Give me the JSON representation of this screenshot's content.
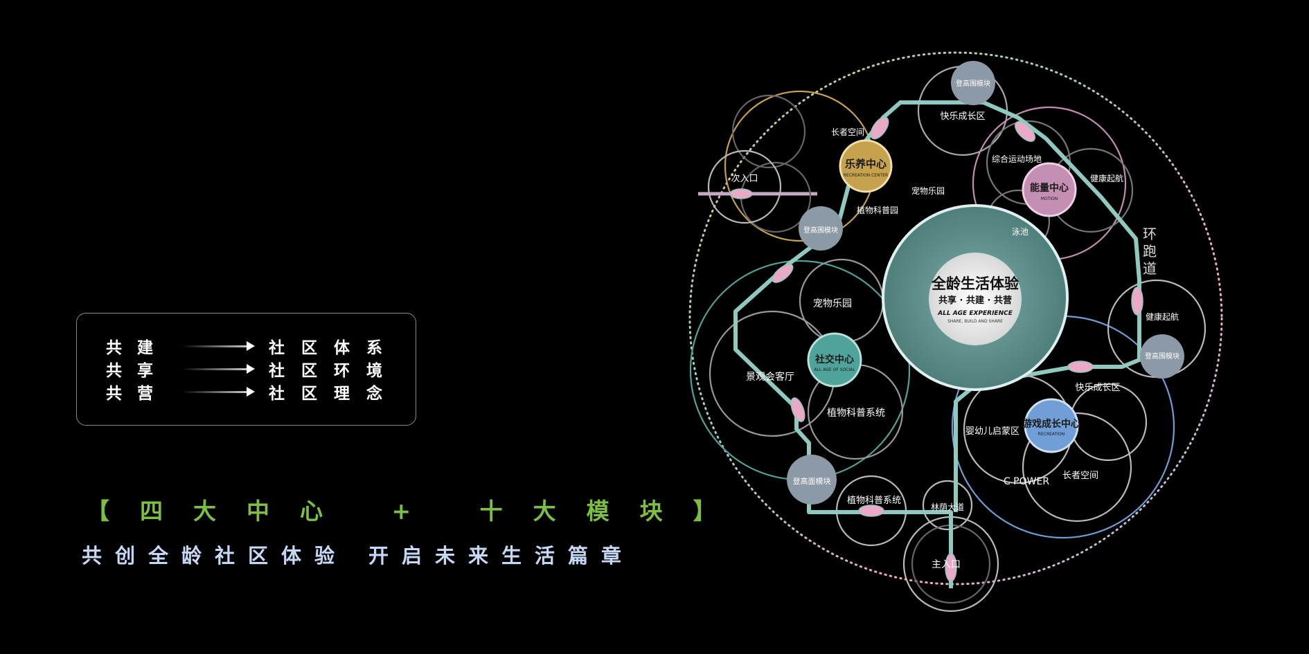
{
  "box": {
    "rows": [
      {
        "left": "共建",
        "right": "社区体系"
      },
      {
        "left": "共享",
        "right": "社区环境"
      },
      {
        "left": "共营",
        "right": "社区理念"
      }
    ]
  },
  "slogan": {
    "line1": "【四大中心 + 十大模块】",
    "line2a": "共创全龄社区体验",
    "line2b": "开启未来生活篇章"
  },
  "center": {
    "title": "全龄生活体验",
    "subtitle": "共享 · 共建 · 共营",
    "en": "ALL AGE EXPERIENCE",
    "en_sub": "SHARE, BUILD AND SHARE"
  },
  "hubs": {
    "recreation": {
      "cn": "乐养中心",
      "en": "RECREATION CENTER",
      "color": "#c6a24e"
    },
    "motion": {
      "cn": "能量中心",
      "en": "MOTION",
      "color": "#c58fb4"
    },
    "social": {
      "cn": "社交中心",
      "en": "ALL AGE OF SOCIAL",
      "color": "#4fa39a"
    },
    "growth": {
      "cn": "游戏成长中心",
      "en": "RECREATION",
      "color": "#6f9fd6"
    }
  },
  "labels": {
    "climb_top": "登高围模块",
    "happy_top": "快乐成长区",
    "elder_top": "长者空间",
    "pet_top": "宠物乐园",
    "plant_top": "植物科普园",
    "secondary_entrance": "次入口",
    "climb_left": "登高围模块",
    "sports": "综合运动场地",
    "health_top": "健康起航",
    "pool": "泳池",
    "runway": "环跑道",
    "health_right": "健康起航",
    "climb_right": "登高围模块",
    "pet_mid": "宠物乐园",
    "lounge": "景观会客厅",
    "plant_sys_mid": "植物科普系统",
    "happy_bottom": "快乐成长区",
    "infant": "婴幼儿启蒙区",
    "cpower": "C POWER",
    "elder_bottom": "长者空间",
    "climb_bottom": "登高面模块",
    "plant_sys_bottom": "植物科普系统",
    "forest_path": "林荫大道",
    "main_entrance": "主入口"
  },
  "colors": {
    "path": "#8fc9c0",
    "center_fill": "#5e8f8b",
    "secondary_path": "#c9a8c6"
  }
}
